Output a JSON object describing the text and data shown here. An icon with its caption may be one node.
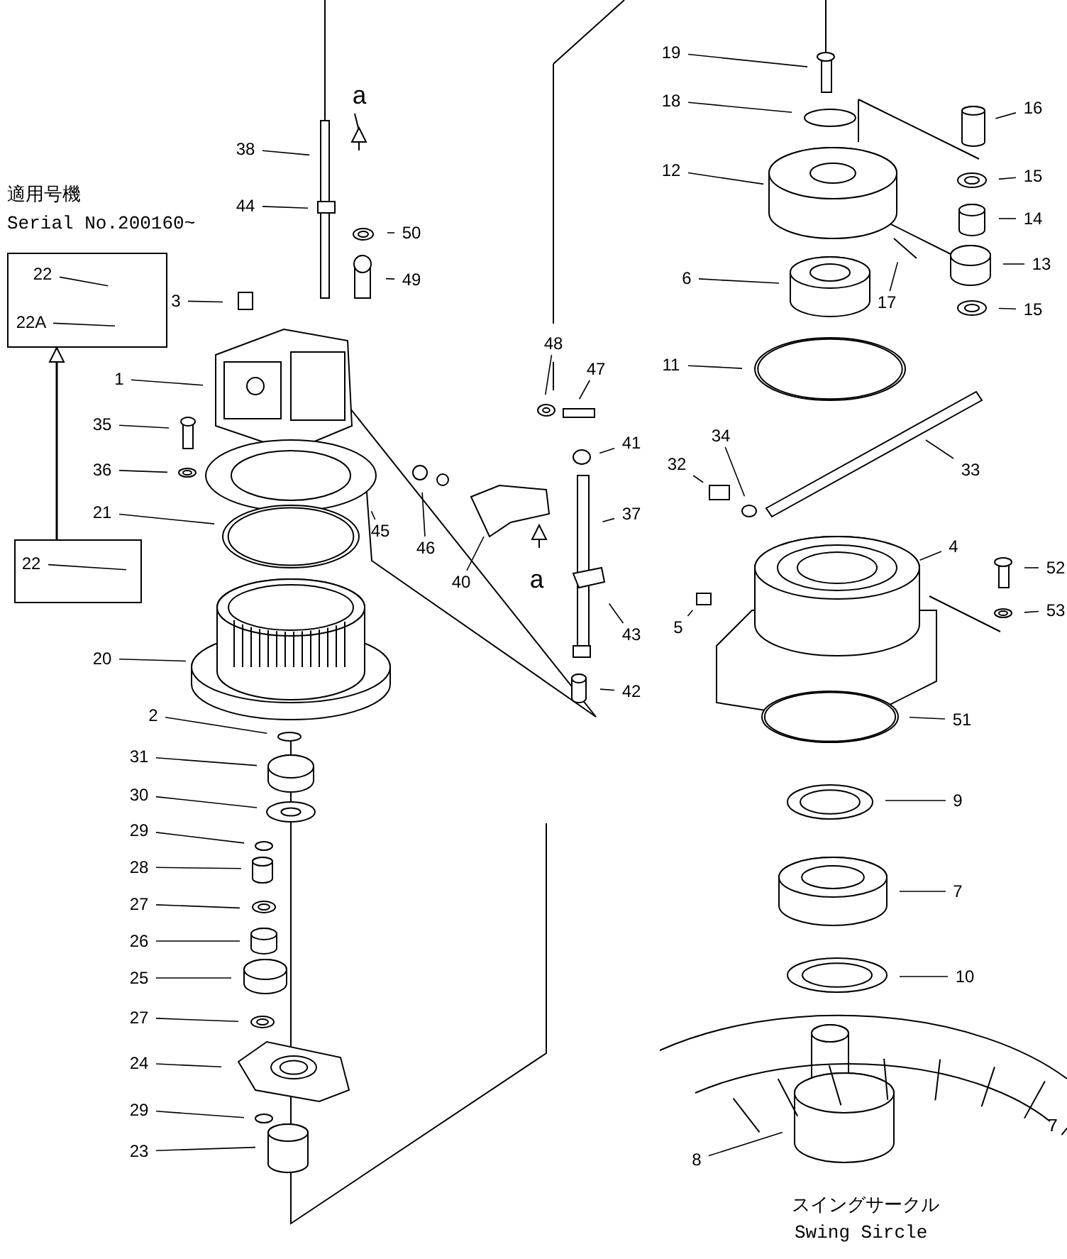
{
  "diagram": {
    "nodes": [
      {
        "text": [],
        "shape": "box"
      },
      {
        "text": [
          "22"
        ],
        "in": 0
      },
      {
        "text": [
          "22A"
        ],
        "in": 0
      },
      {
        "text": [],
        "shape": "box"
      },
      {
        "text": [
          "22"
        ],
        "in": 3
      },
      {
        "text": [
          "38"
        ]
      },
      {
        "text": [
          "44"
        ]
      },
      {
        "text": [
          "50"
        ]
      },
      {
        "text": [
          "49"
        ]
      },
      {
        "text": [
          "3"
        ]
      },
      {
        "text": [
          "1"
        ]
      },
      {
        "text": [
          "35"
        ]
      },
      {
        "text": [
          "36"
        ]
      },
      {
        "text": [
          "21"
        ]
      },
      {
        "text": [
          "45"
        ]
      },
      {
        "text": [
          "20"
        ]
      },
      {
        "text": [
          "2"
        ]
      },
      {
        "text": [
          "31"
        ]
      },
      {
        "text": [
          "30"
        ]
      },
      {
        "text": [
          "29"
        ]
      },
      {
        "text": [
          "28"
        ]
      },
      {
        "text": [
          "27"
        ]
      },
      {
        "text": [
          "26"
        ]
      },
      {
        "text": [
          "25"
        ]
      },
      {
        "text": [
          "27"
        ]
      },
      {
        "text": [
          "24"
        ]
      },
      {
        "text": [
          "29"
        ]
      },
      {
        "text": [
          "23"
        ]
      },
      {
        "text": [
          "48"
        ]
      },
      {
        "text": [
          "47"
        ]
      },
      {
        "text": [
          "41"
        ]
      },
      {
        "text": [
          "37"
        ]
      },
      {
        "text": [
          "46"
        ]
      },
      {
        "text": [
          "40"
        ]
      },
      {
        "text": [
          "43"
        ]
      },
      {
        "text": [
          "42"
        ]
      },
      {
        "text": [
          "19"
        ]
      },
      {
        "text": [
          "18"
        ]
      },
      {
        "text": [
          "16"
        ]
      },
      {
        "text": [
          "12"
        ]
      },
      {
        "text": [
          "15"
        ]
      },
      {
        "text": [
          "14"
        ]
      },
      {
        "text": [
          "13"
        ]
      },
      {
        "text": [
          "6"
        ]
      },
      {
        "text": [
          "17"
        ]
      },
      {
        "text": [
          "15"
        ]
      },
      {
        "text": [
          "11"
        ]
      },
      {
        "text": [
          "34"
        ]
      },
      {
        "text": [
          "32"
        ]
      },
      {
        "text": [
          "33"
        ]
      },
      {
        "text": [
          "4"
        ]
      },
      {
        "text": [
          "52"
        ]
      },
      {
        "text": [
          "5"
        ]
      },
      {
        "text": [
          "53"
        ]
      },
      {
        "text": [
          "51"
        ]
      },
      {
        "text": [
          "9"
        ]
      },
      {
        "text": [
          "7"
        ]
      },
      {
        "text": [
          "10"
        ]
      },
      {
        "text": [
          "8"
        ]
      }
    ],
    "edges": [
      {
        "from": 3,
        "to": 0,
        "arrow": "to"
      },
      {
        "from": 1,
        "to": null,
        "arrow": "none"
      },
      {
        "from": 2,
        "to": null,
        "arrow": "none"
      },
      {
        "from": 4,
        "to": null,
        "arrow": "none"
      },
      {
        "from": 5,
        "to": null,
        "arrow": "none"
      },
      {
        "from": 6,
        "to": null,
        "arrow": "none"
      },
      {
        "from": 7,
        "to": null,
        "arrow": "none"
      },
      {
        "from": 8,
        "to": null,
        "arrow": "none"
      },
      {
        "from": 9,
        "to": null,
        "arrow": "none"
      },
      {
        "from": 10,
        "to": null,
        "arrow": "none"
      },
      {
        "from": 11,
        "to": null,
        "arrow": "none"
      },
      {
        "from": 12,
        "to": null,
        "arrow": "none"
      },
      {
        "from": 13,
        "to": null,
        "arrow": "none"
      },
      {
        "from": 14,
        "to": null,
        "arrow": "none"
      },
      {
        "from": 15,
        "to": null,
        "arrow": "none"
      },
      {
        "from": 16,
        "to": null,
        "arrow": "none"
      },
      {
        "from": 17,
        "to": null,
        "arrow": "none"
      },
      {
        "from": 18,
        "to": null,
        "arrow": "none"
      },
      {
        "from": 19,
        "to": null,
        "arrow": "none"
      },
      {
        "from": 20,
        "to": null,
        "arrow": "none"
      },
      {
        "from": 21,
        "to": null,
        "arrow": "none"
      },
      {
        "from": 22,
        "to": null,
        "arrow": "none"
      },
      {
        "from": 23,
        "to": null,
        "arrow": "none"
      },
      {
        "from": 24,
        "to": null,
        "arrow": "none"
      },
      {
        "from": 25,
        "to": null,
        "arrow": "none"
      },
      {
        "from": 26,
        "to": null,
        "arrow": "none"
      },
      {
        "from": 27,
        "to": null,
        "arrow": "none"
      },
      {
        "from": 28,
        "to": null,
        "arrow": "none"
      },
      {
        "from": 29,
        "to": null,
        "arrow": "none"
      },
      {
        "from": 30,
        "to": null,
        "arrow": "none"
      },
      {
        "from": 31,
        "to": null,
        "arrow": "none"
      },
      {
        "from": 32,
        "to": null,
        "arrow": "none"
      },
      {
        "from": 33,
        "to": null,
        "arrow": "none"
      },
      {
        "from": 34,
        "to": null,
        "arrow": "none"
      },
      {
        "from": 35,
        "to": null,
        "arrow": "none"
      },
      {
        "from": 36,
        "to": null,
        "arrow": "none"
      },
      {
        "from": 37,
        "to": null,
        "arrow": "none"
      },
      {
        "from": 38,
        "to": null,
        "arrow": "none"
      },
      {
        "from": 39,
        "to": null,
        "arrow": "none"
      },
      {
        "from": 40,
        "to": null,
        "arrow": "none"
      },
      {
        "from": 41,
        "to": null,
        "arrow": "none"
      },
      {
        "from": 42,
        "to": null,
        "arrow": "none"
      },
      {
        "from": 43,
        "to": null,
        "arrow": "none"
      },
      {
        "from": 44,
        "to": null,
        "arrow": "none"
      },
      {
        "from": 45,
        "to": null,
        "arrow": "none"
      },
      {
        "from": 46,
        "to": null,
        "arrow": "none"
      },
      {
        "from": 47,
        "to": null,
        "arrow": "none"
      },
      {
        "from": 48,
        "to": null,
        "arrow": "none"
      },
      {
        "from": 49,
        "to": null,
        "arrow": "none"
      },
      {
        "from": 50,
        "to": null,
        "arrow": "none"
      },
      {
        "from": 51,
        "to": null,
        "arrow": "none"
      },
      {
        "from": 52,
        "to": null,
        "arrow": "none"
      },
      {
        "from": 53,
        "to": null,
        "arrow": "none"
      },
      {
        "from": 54,
        "to": null,
        "arrow": "none"
      },
      {
        "from": 55,
        "to": null,
        "arrow": "none"
      },
      {
        "from": 56,
        "to": null,
        "arrow": "none"
      },
      {
        "from": 57,
        "to": null,
        "arrow": "none"
      },
      {
        "from": 58,
        "to": null,
        "arrow": "none"
      }
    ],
    "labels": [
      "適用号機",
      "Serial No.200160~",
      "a",
      "a",
      "スイングサークル",
      "Swing Sircle",
      "7"
    ]
  }
}
